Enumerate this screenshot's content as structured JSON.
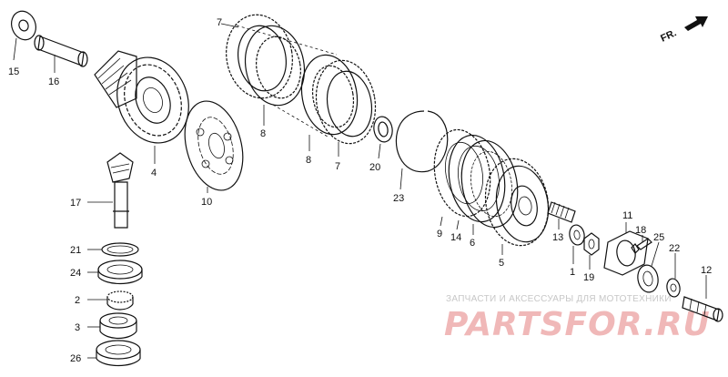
{
  "diagram": {
    "callouts": [
      {
        "id": "15",
        "label": "15"
      },
      {
        "id": "16",
        "label": "16"
      },
      {
        "id": "4",
        "label": "4"
      },
      {
        "id": "7a",
        "label": "7"
      },
      {
        "id": "8a",
        "label": "8"
      },
      {
        "id": "8b",
        "label": "8"
      },
      {
        "id": "7b",
        "label": "7"
      },
      {
        "id": "10",
        "label": "10"
      },
      {
        "id": "17",
        "label": "17"
      },
      {
        "id": "21",
        "label": "21"
      },
      {
        "id": "24",
        "label": "24"
      },
      {
        "id": "2",
        "label": "2"
      },
      {
        "id": "3",
        "label": "3"
      },
      {
        "id": "26",
        "label": "26"
      },
      {
        "id": "20",
        "label": "20"
      },
      {
        "id": "23",
        "label": "23"
      },
      {
        "id": "9",
        "label": "9"
      },
      {
        "id": "14",
        "label": "14"
      },
      {
        "id": "6",
        "label": "6"
      },
      {
        "id": "5",
        "label": "5"
      },
      {
        "id": "13",
        "label": "13"
      },
      {
        "id": "1",
        "label": "1"
      },
      {
        "id": "19",
        "label": "19"
      },
      {
        "id": "11",
        "label": "11"
      },
      {
        "id": "18",
        "label": "18"
      },
      {
        "id": "25",
        "label": "25"
      },
      {
        "id": "22",
        "label": "22"
      },
      {
        "id": "12",
        "label": "12"
      }
    ],
    "direction_label": "FR."
  },
  "watermark": {
    "caption": "ЗАПЧАСТИ И АКСЕССУАРЫ ДЛЯ МОТОТЕХНИКИ",
    "logo": "PARTSFOR.RU"
  }
}
